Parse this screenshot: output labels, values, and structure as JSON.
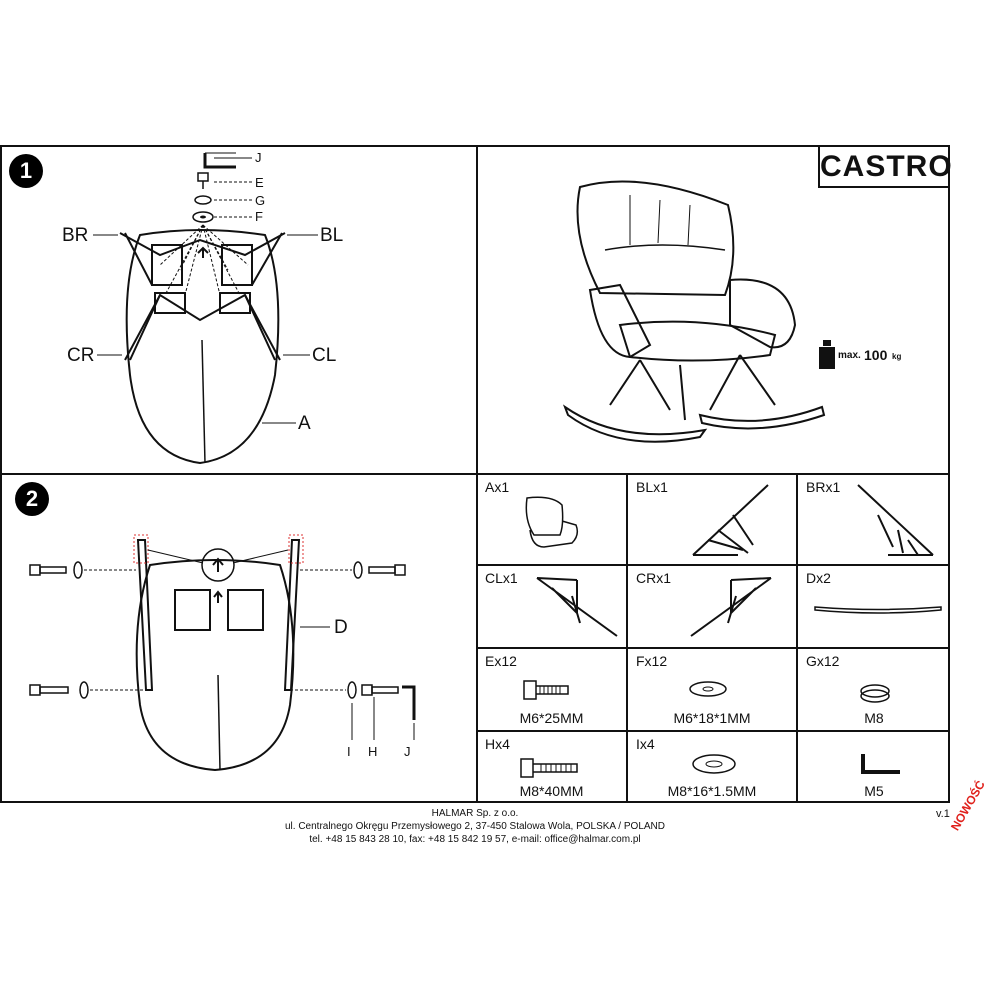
{
  "product_title": "CASTRO",
  "steps": [
    "1",
    "2"
  ],
  "step1_labels": {
    "j": "J",
    "e": "E",
    "g": "G",
    "f": "F",
    "br": "BR",
    "bl": "BL",
    "cr": "CR",
    "cl": "CL",
    "a": "A"
  },
  "step2_labels": {
    "d": "D",
    "i": "I",
    "h": "H",
    "j": "J"
  },
  "weight": {
    "prefix": "max.",
    "value": "100",
    "unit": "kg"
  },
  "parts": [
    {
      "name": "Ax1",
      "spec": ""
    },
    {
      "name": "BLx1",
      "spec": ""
    },
    {
      "name": "BRx1",
      "spec": ""
    },
    {
      "name": "CLx1",
      "spec": ""
    },
    {
      "name": "CRx1",
      "spec": ""
    },
    {
      "name": "Dx2",
      "spec": ""
    },
    {
      "name": "Ex12",
      "spec": "M6*25MM"
    },
    {
      "name": "Fx12",
      "spec": "M6*18*1MM"
    },
    {
      "name": "Gx12",
      "spec": "M8"
    },
    {
      "name": "Hx4",
      "spec": "M8*40MM"
    },
    {
      "name": "Ix4",
      "spec": "M8*16*1.5MM"
    },
    {
      "name": "",
      "spec": "M5"
    }
  ],
  "footer": {
    "company": "HALMAR Sp. z o.o.",
    "address": "ul. Centralnego Okręgu Przemysłowego 2, 37-450 Stalowa Wola, POLSKA / POLAND",
    "contact": "tel. +48 15 843 28 10, fax: +48 15 842 19 57, e-mail: office@halmar.com.pl"
  },
  "version": "v.1",
  "badge": "NOWOŚĆ"
}
